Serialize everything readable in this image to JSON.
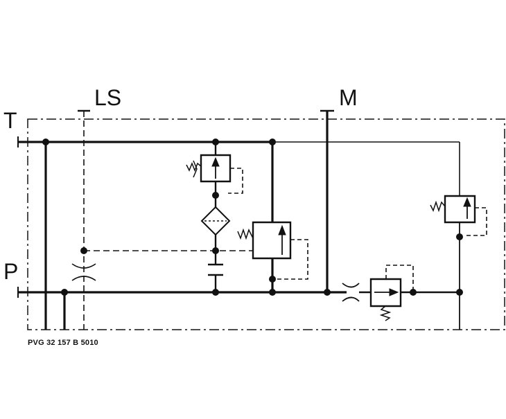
{
  "ports": {
    "tank": "T",
    "load_sense": "LS",
    "gauge": "M",
    "pressure": "P"
  },
  "caption": "PVG 32 157 B 5010",
  "colors": {
    "line": "#111111",
    "background": "#ffffff"
  },
  "icons": [
    "pressure-relief-valve-icon",
    "filter-icon",
    "orifice-icon",
    "check-valve-icon",
    "spring-icon"
  ]
}
